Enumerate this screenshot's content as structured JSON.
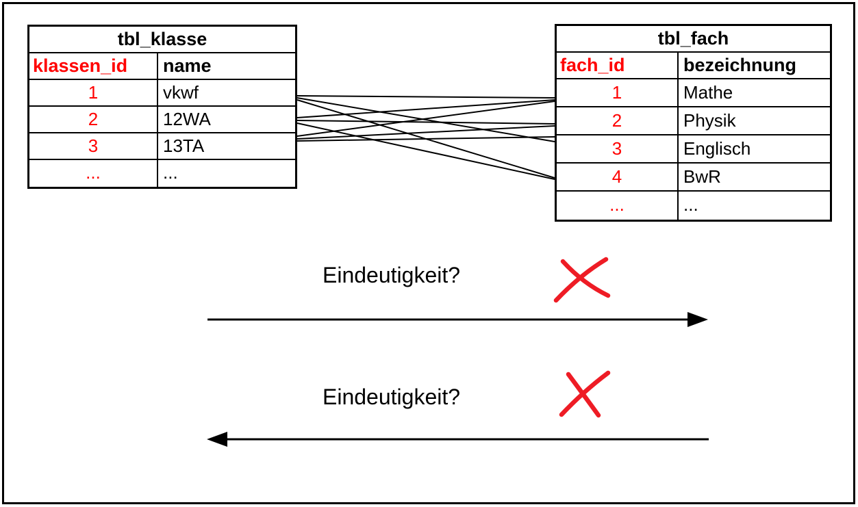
{
  "diagram": {
    "tables": [
      {
        "name": "tbl_klasse",
        "columns": [
          "klassen_id",
          "name"
        ],
        "rows": [
          [
            "1",
            "vkwf"
          ],
          [
            "2",
            "12WA"
          ],
          [
            "3",
            "13TA"
          ],
          [
            "...",
            "..."
          ]
        ]
      },
      {
        "name": "tbl_fach",
        "columns": [
          "fach_id",
          "bezeichnung"
        ],
        "rows": [
          [
            "1",
            "Mathe"
          ],
          [
            "2",
            "Physik"
          ],
          [
            "3",
            "Englisch"
          ],
          [
            "4",
            "BwR"
          ],
          [
            "...",
            "..."
          ]
        ]
      }
    ],
    "relations": [
      {
        "from": "1",
        "to": "1"
      },
      {
        "from": "1",
        "to": "3"
      },
      {
        "from": "1",
        "to": "4"
      },
      {
        "from": "2",
        "to": "1"
      },
      {
        "from": "2",
        "to": "2"
      },
      {
        "from": "2",
        "to": "4"
      },
      {
        "from": "3",
        "to": "1"
      },
      {
        "from": "3",
        "to": "2"
      },
      {
        "from": "3",
        "to": "3"
      }
    ],
    "questions": [
      {
        "label": "Eindeutigkeit?",
        "arrow_direction": "right",
        "crossed_out": true
      },
      {
        "label": "Eindeutigkeit?",
        "arrow_direction": "left",
        "crossed_out": true
      }
    ],
    "colors": {
      "key_text": "#ff0000",
      "cross": "#ee1c25",
      "line": "#000000"
    }
  }
}
